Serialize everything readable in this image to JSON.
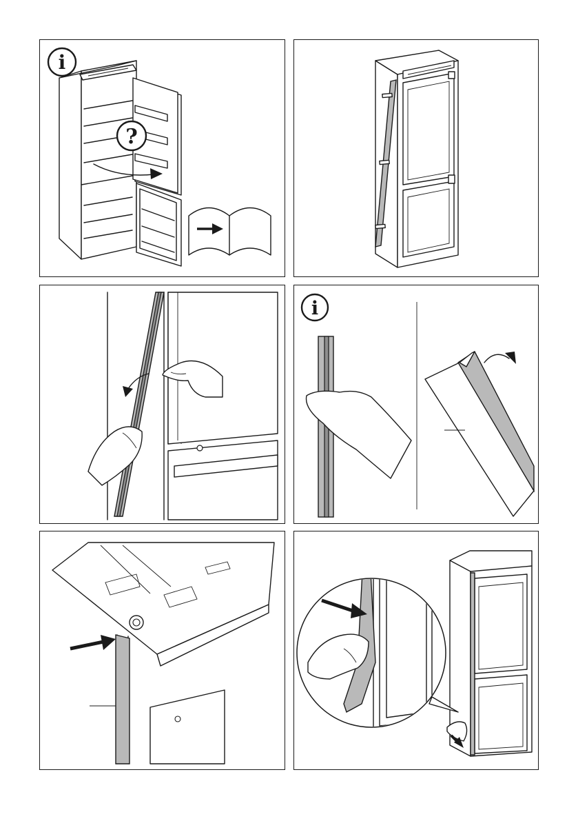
{
  "panels": [
    {
      "id": "p1",
      "icons": [
        "info-icon",
        "question-icon",
        "manual-book-icon"
      ]
    },
    {
      "id": "p2",
      "icons": []
    },
    {
      "id": "p3",
      "icons": []
    },
    {
      "id": "p4",
      "icons": [
        "info-icon"
      ]
    },
    {
      "id": "p5",
      "icons": []
    },
    {
      "id": "p6",
      "icons": []
    }
  ],
  "icon_glyphs": {
    "info": "i",
    "question": "?"
  },
  "colors": {
    "line": "#1a1a1a",
    "gasket": "#b9b9b9",
    "gasket_dark": "#8e8e8e",
    "background": "#ffffff"
  }
}
